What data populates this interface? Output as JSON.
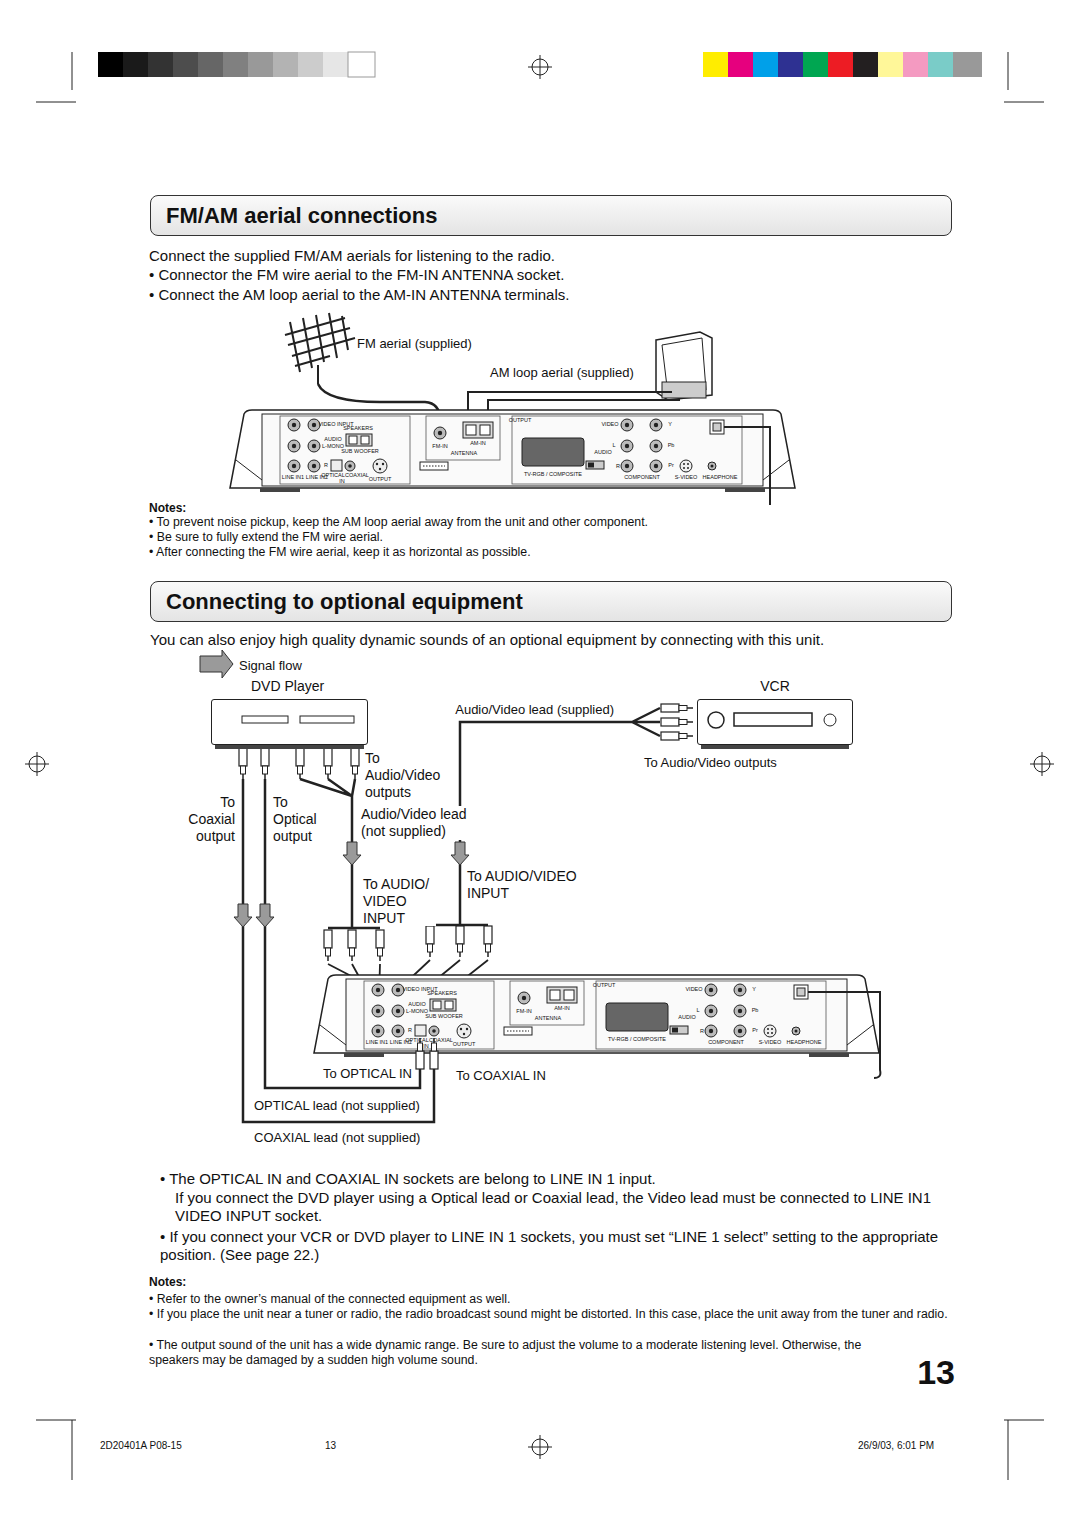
{
  "diagram": {
    "nodes": [
      {
        "text": [
          "FM/AM aerial connections"
        ]
      },
      {
        "text": [
          "Connecting to optional equipment"
        ]
      },
      {
        "text": [
          "DVD Player"
        ]
      },
      {
        "text": [
          "VCR"
        ]
      }
    ],
    "labels": [
      "Connect the supplied FM/AM aerials for listening to the radio.",
      "• Connector the FM wire aerial to the FM-IN ANTENNA socket.",
      "• Connect the AM loop aerial to the AM-IN ANTENNA terminals.",
      "FM aerial (supplied)",
      "AM loop aerial (supplied)",
      "VIDEO INPUT",
      "SPEAKERS",
      "AUDIO",
      "L-MONO",
      "SUB WOOFER",
      "R",
      "LINE IN1",
      "LINE IN2",
      "OPTICAL",
      "COAXIAL",
      "IN",
      "OUTPUT",
      "FM-IN",
      "AM-IN",
      "ANTENNA",
      "OUTPUT",
      "VIDEO",
      "Y",
      "L",
      "Pb",
      "AUDIO",
      "R",
      "Pr",
      "TV-RGB / COMPOSITE",
      "COMPONENT",
      "S-VIDEO",
      "HEADPHONE",
      "Notes:",
      "• To prevent noise pickup, keep the AM loop aerial away from the unit and other component.",
      "• Be sure to fully extend the FM wire aerial.",
      "• After connecting the FM wire aerial, keep it as horizontal as possible.",
      "You can also enjoy high quality dynamic sounds of an optional equipment by connecting with this unit.",
      "To Audio/Video outputs",
      "To Coaxial output",
      "To Optical output",
      "Audio/Video lead (not supplied)",
      "To AUDIO/ VIDEO INPUT",
      "Audio/Video lead (supplied)",
      "To Audio/Video outputs",
      "To AUDIO/VIDEO INPUT",
      "To OPTICAL IN",
      "To COAXIAL IN",
      "OPTICAL lead (not supplied)",
      "COAXIAL lead (not supplied)",
      "VIDEO INPUT",
      "SPEAKERS",
      "AUDIO",
      "L-MONO",
      "SUB WOOFER",
      "R",
      "LINE IN1",
      "LINE IN2",
      "OPTICAL",
      "COAXIAL",
      "IN",
      "OUTPUT",
      "FM-IN",
      "AM-IN",
      "ANTENNA",
      "OUTPUT",
      "VIDEO",
      "Y",
      "L",
      "Pb",
      "AUDIO",
      "R",
      "Pr",
      "TV-RGB / COMPOSITE",
      "COMPONENT",
      "S-VIDEO",
      "HEADPHONE",
      "• The OPTICAL IN and COAXIAL IN sockets are belong to LINE IN 1 input.",
      "If you connect the DVD player using a Optical lead or Coaxial lead, the Video lead must be connected to LINE IN1 VIDEO INPUT socket.",
      "• If you connect your VCR or DVD player to LINE IN 1 sockets, you must set “LINE 1 select” setting to the appropriate position. (See page 22.)",
      "Notes:",
      "• Refer to the owner’s manual of the connected equipment as well.",
      "• If you place the unit near a tuner or radio, the radio broadcast sound might be distorted. In this case, place the unit away from the tuner and radio.",
      "• The output sound of the unit has a wide dynamic range. Be sure to adjust the volume to a moderate listening level. Otherwise, the speakers may be damaged by a sudden high volume sound.",
      "13",
      "2D20401A P08-15",
      "13",
      "26/9/03, 6:01 PM"
    ],
    "legend": [
      {
        "text": "Signal flow"
      }
    ]
  }
}
